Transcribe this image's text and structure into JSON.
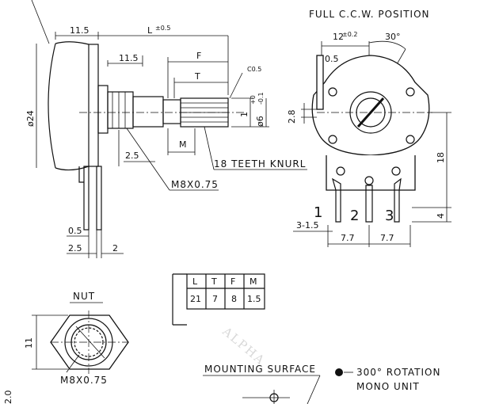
{
  "labels": {
    "full_ccw": "FULL C.C.W. POSITION",
    "teeth_knurl": "18 TEETH KNURL",
    "thread_main": "M8X0.75",
    "nut_title": "NUT",
    "thread_nut": "M8X0.75",
    "mounting_surface": "MOUNTING SURFACE",
    "rotation": "300° ROTATION",
    "unit": "MONO UNIT",
    "watermark": "ALPHA"
  },
  "dimensions": {
    "d_11_5_top": "11.5",
    "d_L": "L",
    "d_L_tol": "±0.5",
    "d_11_5_mid": "11.5",
    "d_F": "F",
    "d_T": "T",
    "d_c05": "C0.5",
    "d_dia24": "ø24",
    "d_dia6": "ø6",
    "d_dia6_tol_top": "+0",
    "d_dia6_tol_bot": "-0.1",
    "d_1": "1",
    "d_2_5": "2.5",
    "d_M": "M",
    "d_0_5_left": "0.5",
    "d_2_5_left": "2.5",
    "d_2_left": "2",
    "d_12": "12",
    "d_12_tol": "±0.2",
    "d_30": "30°",
    "d_0_5_right": "0.5",
    "d_2_8": "2.8",
    "d_18": "18",
    "d_4": "4",
    "d_3_1_5": "3-1.5",
    "d_7_7a": "7.7",
    "d_7_7b": "7.7",
    "d_11_nut": "11",
    "d_2_0": "2.0"
  },
  "terminals": [
    "1",
    "2",
    "3"
  ],
  "table": {
    "headers": [
      "L",
      "T",
      "F",
      "M"
    ],
    "row": [
      "21",
      "7",
      "8",
      "1.5"
    ]
  }
}
